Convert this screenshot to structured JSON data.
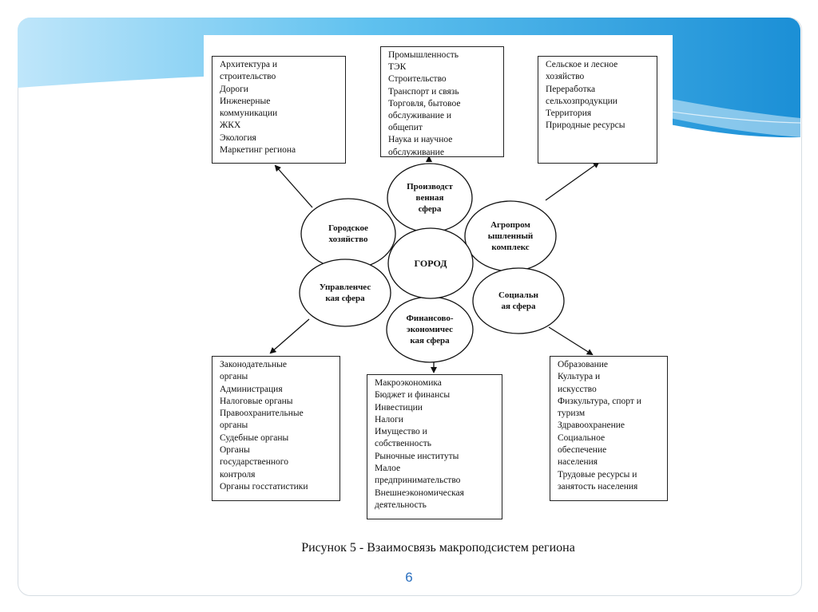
{
  "diagram": {
    "center": {
      "label": "ГОРОД"
    },
    "nodes": [
      {
        "id": "production",
        "lines": [
          "Производст",
          "венная",
          "сфера"
        ]
      },
      {
        "id": "urban",
        "lines": [
          "Городское",
          "хозяйство"
        ]
      },
      {
        "id": "agro",
        "lines": [
          "Агропром",
          "ышленный",
          "комплекс"
        ]
      },
      {
        "id": "management",
        "lines": [
          "Управленчес",
          "кая сфера"
        ]
      },
      {
        "id": "social",
        "lines": [
          "Социальн",
          "ая сфера"
        ]
      },
      {
        "id": "finance",
        "lines": [
          "Финансово-",
          "экономичес",
          "кая сфера"
        ]
      }
    ],
    "boxes": [
      {
        "id": "urban",
        "items": [
          "Архитектура и",
          "строительство",
          "Дороги",
          "Инженерные",
          "коммуникации",
          "ЖКХ",
          "Экология",
          "Маркетинг региона"
        ]
      },
      {
        "id": "production",
        "items": [
          "Промышленность",
          "ТЭК",
          "Строительство",
          "Транспорт и связь",
          "Торговля, бытовое",
          "обслуживание и",
          "общепит",
          "Наука и научное",
          "обслуживание"
        ]
      },
      {
        "id": "agro",
        "items": [
          "Сельское и лесное",
          "хозяйство",
          "Переработка",
          "сельхозпродукции",
          "Территория",
          "Природные ресурсы"
        ]
      },
      {
        "id": "management",
        "items": [
          "Законодательные",
          "органы",
          "Администрация",
          "Налоговые органы",
          "Правоохранительные",
          "органы",
          "Судебные органы",
          "Органы",
          "государственного",
          "контроля",
          "Органы госстатистики"
        ]
      },
      {
        "id": "finance",
        "items": [
          "Макроэкономика",
          "Бюджет и финансы",
          "Инвестиции",
          "Налоги",
          "Имущество и",
          "собственность",
          "Рыночные институты",
          "Малое",
          "предпринимательство",
          "Внешнеэкономическая",
          "деятельность"
        ]
      },
      {
        "id": "social",
        "items": [
          "Образование",
          "Культура и",
          "искусство",
          "Физкультура, спорт и",
          "туризм",
          "Здравоохранение",
          "Социальное",
          "обеспечение",
          "населения",
          "Трудовые ресурсы и",
          "занятость населения"
        ]
      }
    ]
  },
  "caption": "Рисунок 5 - Взаимосвязь макроподсистем региона",
  "page_number": "6",
  "colors": {
    "banner_light": "#bfe6fa",
    "banner_dark": "#1b8fd6",
    "page_number": "#2a6fbf"
  }
}
